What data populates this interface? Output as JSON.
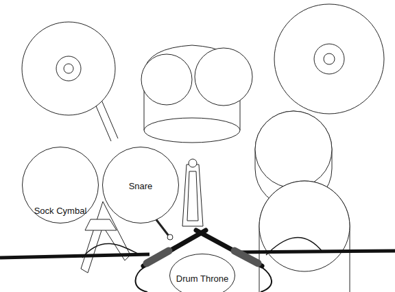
{
  "diagram": {
    "nodes": [
      {
        "text": [
          "Sock Cymbal"
        ]
      },
      {
        "text": [
          "Snare"
        ]
      },
      {
        "text": [
          "Drum Throne"
        ]
      }
    ]
  }
}
